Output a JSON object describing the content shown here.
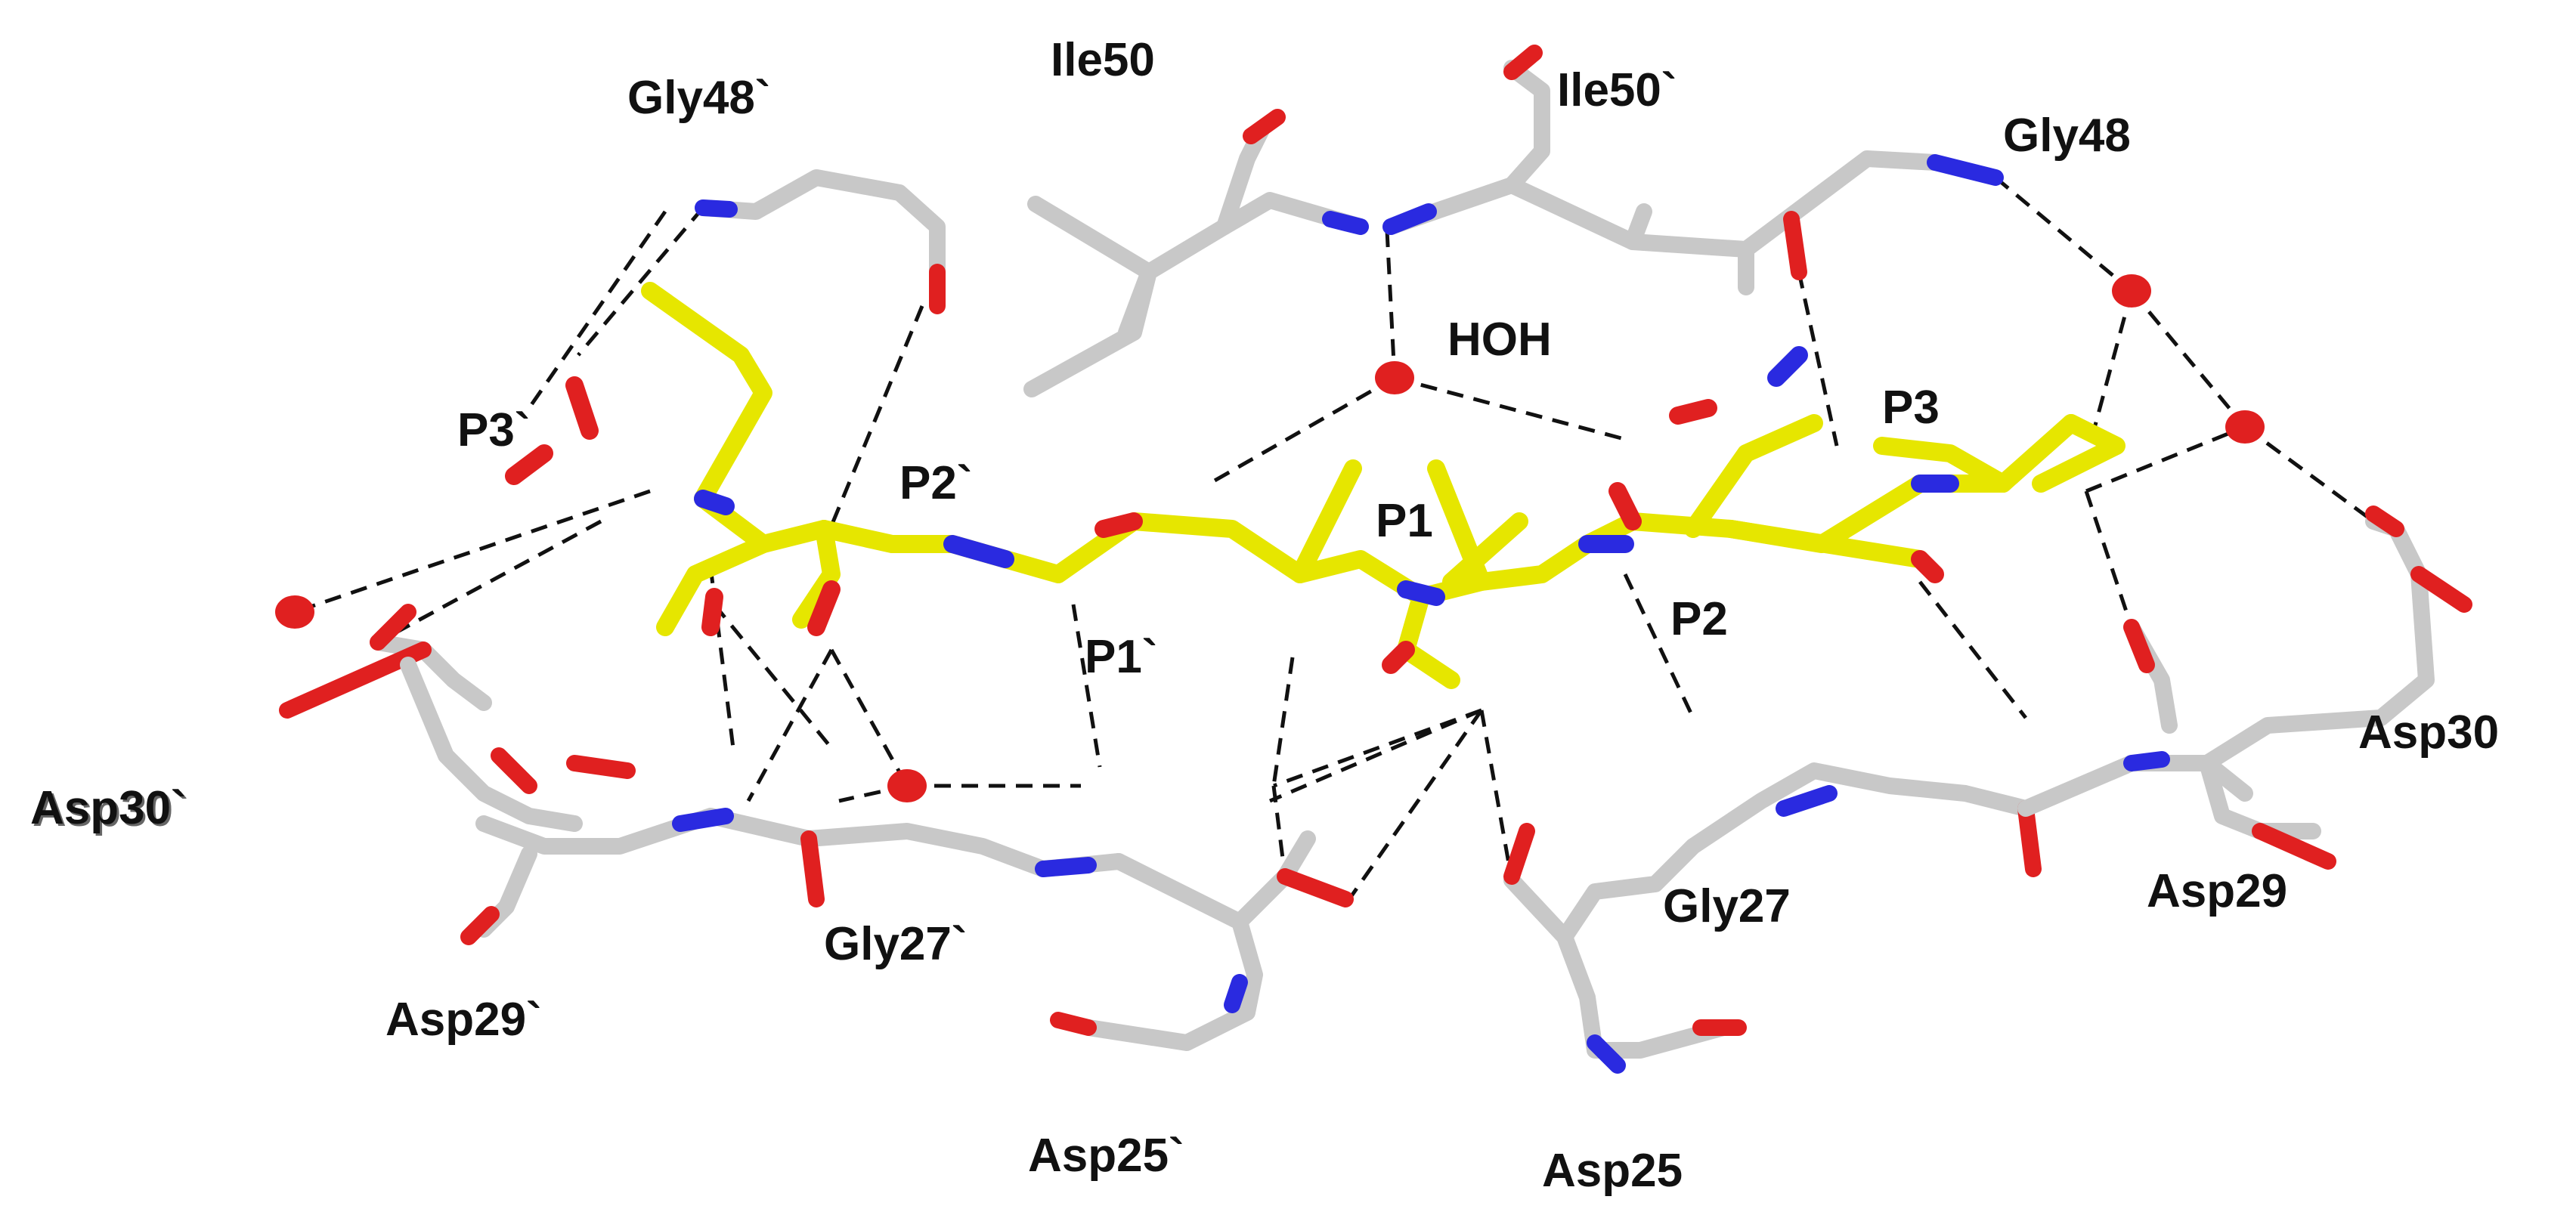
{
  "labels": {
    "gly48p": "Gly48`",
    "ile50": "Ile50",
    "ile50p": "Ile50`",
    "gly48": "Gly48",
    "hoh": "HOH",
    "p3p": "P3`",
    "p2p": "P2`",
    "p1": "P1",
    "p3": "P3",
    "p1p": "P1`",
    "p2": "P2",
    "asp30p": "Asp30`",
    "asp30": "Asp30",
    "gly27p": "Gly27`",
    "gly27": "Gly27",
    "asp29p": "Asp29`",
    "asp29": "Asp29",
    "asp25p": "Asp25`",
    "asp25": "Asp25"
  },
  "colors": {
    "carbon_protein": "#c8c8c8",
    "carbon_ligand": "#e6e600",
    "nitrogen": "#2a2ae0",
    "oxygen": "#e02020",
    "water": "#e02020",
    "hbond": "#111111"
  }
}
